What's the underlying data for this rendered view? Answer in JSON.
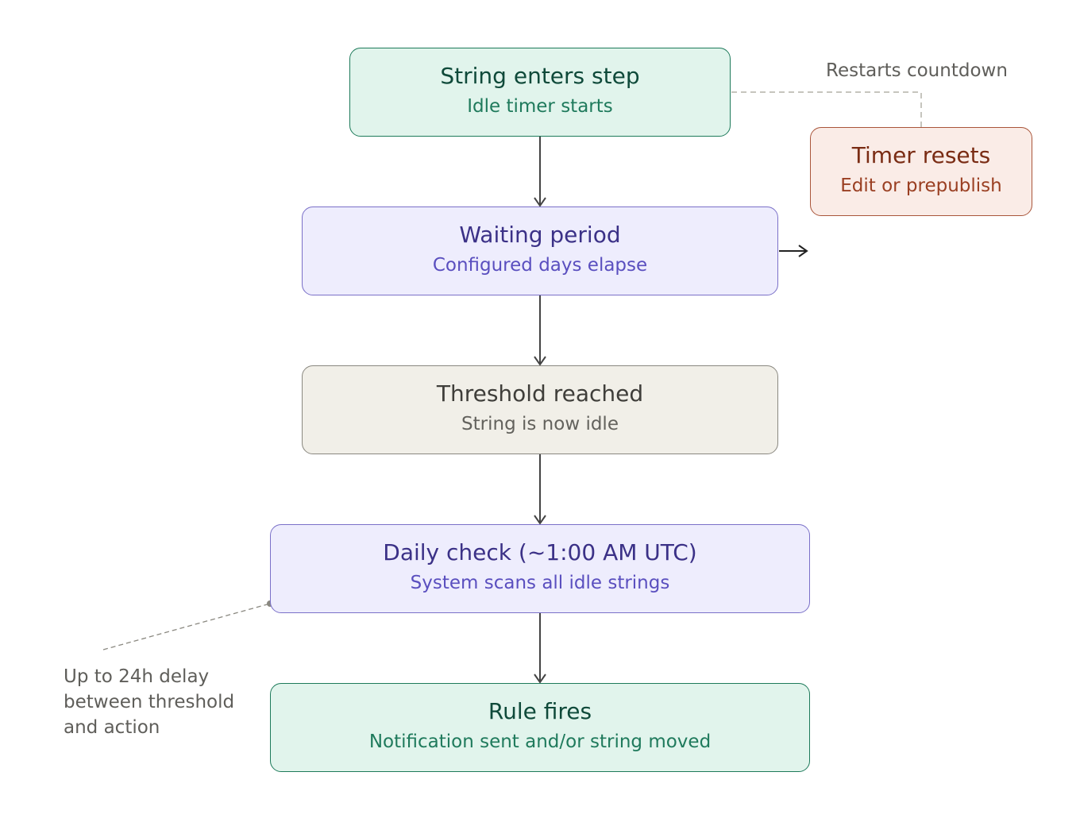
{
  "nodes": {
    "enter": {
      "title": "String enters step",
      "sub": "Idle timer starts"
    },
    "waiting": {
      "title": "Waiting period",
      "sub": "Configured days elapse"
    },
    "threshold": {
      "title": "Threshold reached",
      "sub": "String is now idle"
    },
    "daily": {
      "title": "Daily check (~1:00 AM UTC)",
      "sub": "System scans all idle strings"
    },
    "fires": {
      "title": "Rule fires",
      "sub": "Notification sent and/or string moved"
    },
    "reset": {
      "title": "Timer resets",
      "sub": "Edit or prepublish"
    }
  },
  "annotations": {
    "restarts": "Restarts countdown",
    "delay": [
      "Up to 24h delay",
      "between threshold",
      "and action"
    ]
  },
  "colors": {
    "green_fill": "#e1f4ec",
    "purple_fill": "#eeedfd",
    "gray_fill": "#f1efe8",
    "red_fill": "#faece7",
    "arrow": "#333333"
  }
}
